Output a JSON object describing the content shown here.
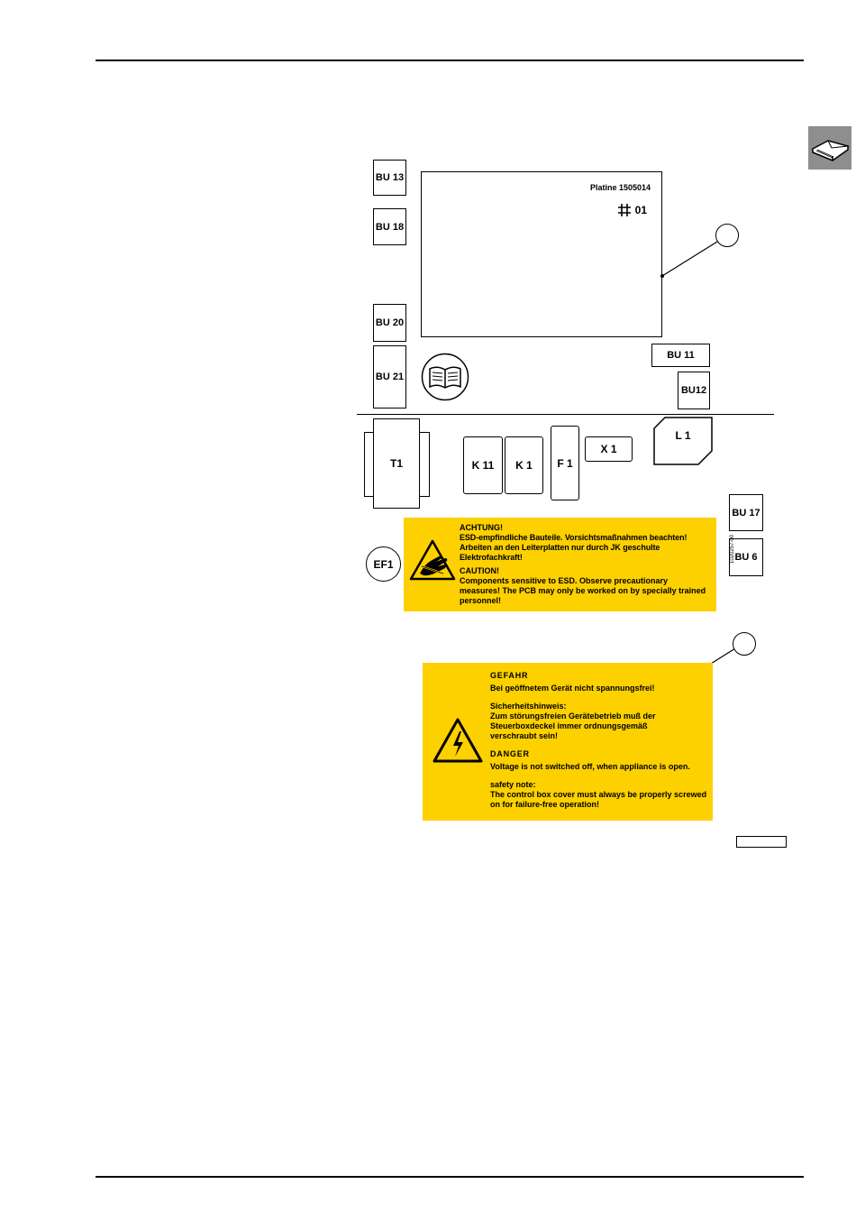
{
  "board": {
    "title": "Platine 1505014",
    "code": "01"
  },
  "connectors": {
    "bu13": "BU 13",
    "bu18": "BU 18",
    "bu20": "BU 20",
    "bu21": "BU 21",
    "bu11": "BU 11",
    "bu12": "BU12",
    "bu17": "BU 17",
    "bu6": "BU 6"
  },
  "components": {
    "t1": "T1",
    "k11": "K 11",
    "k1": "K 1",
    "f1": "F 1",
    "x1": "X 1",
    "l1": "L 1",
    "ef1": "EF1"
  },
  "esd_label": {
    "heading_de": "ACHTUNG!",
    "text_de": "ESD-empfindliche Bauteile. Vorsichtsmaßnahmen beachten! Arbeiten an den Leiterplatten nur durch JK geschulte Elektrofachkraft!",
    "heading_en": "CAUTION!",
    "text_en": "Components sensitive to ESD. Observe precautionary measures! The PCB may only be worked on by specially trained personnel!",
    "part_number": "1020257-00"
  },
  "danger_label": {
    "heading1": "GEFAHR",
    "text1": "Bei geöffnetem Gerät nicht spannungsfrei!",
    "heading2": "Sicherheitshinweis:",
    "text2": "Zum störungsfreien Gerätebetrieb muß der Steuerboxdeckel immer ordnungsgemäß verschraubt sein!",
    "heading3": "DANGER",
    "text3": "Voltage is not switched off, when appliance is open.",
    "heading4": "safety note:",
    "text4": "The control box cover must always be properly screwed on for failure-free operation!"
  },
  "colors": {
    "warning_yellow": "#fdd000",
    "tab_gray": "#8e8e8e"
  },
  "icons": [
    "book-icon",
    "manual-book-icon",
    "esd-hand-icon",
    "high-voltage-icon"
  ]
}
